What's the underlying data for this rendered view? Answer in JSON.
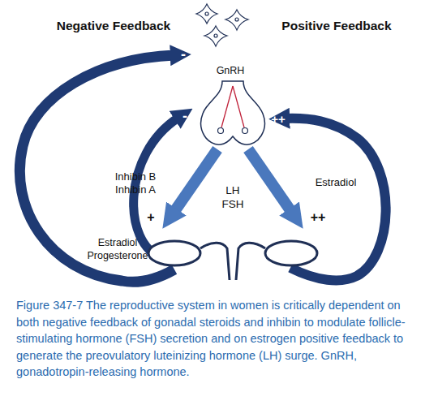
{
  "diagram": {
    "caption": "Figure 347-7 The reproductive system in women is critically dependent on both negative feedback of gonadal steroids and inhibin to modulate follicle-stimulating hormone (FSH) secretion and on estrogen positive feedback to generate the preovulatory luteinizing hormone (LH) surge. GnRH, gonadotropin-releasing hormone.",
    "labels": [
      "Negative Feedback",
      "Positive Feedback",
      "GnRH",
      "-",
      "-",
      "++",
      "Inhibin B Inhibin A",
      "LH FSH",
      "Estradiol",
      "+",
      "++",
      "Estradiol Progesterone"
    ]
  }
}
